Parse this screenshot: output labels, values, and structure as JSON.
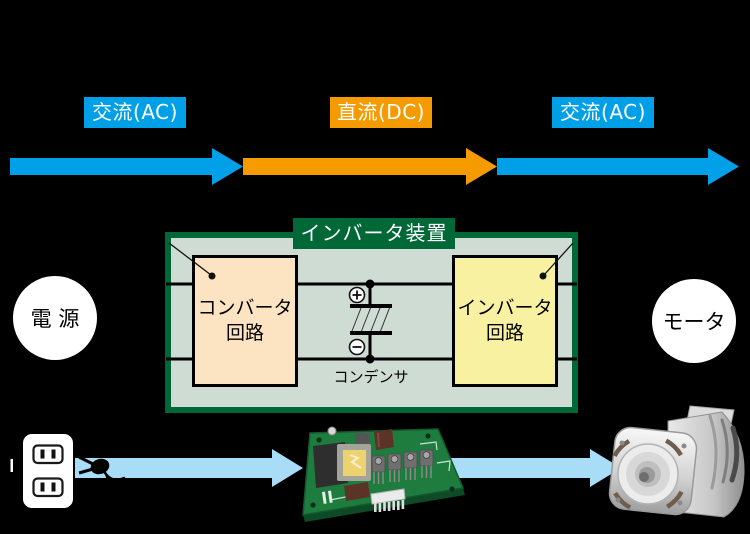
{
  "flow": {
    "ac_left": "交流(AC)",
    "dc": "直流(DC)",
    "ac_right": "交流(AC)"
  },
  "panel": {
    "title": "インバータ装置",
    "converter_line1": "コンバータ",
    "converter_line2": "回路",
    "inverter_line1": "インバータ",
    "inverter_line2": "回路",
    "capacitor_label": "コンデンサ"
  },
  "nodes": {
    "source": "電 源",
    "motor": "モータ"
  },
  "icons": {
    "plus_sign": "＋",
    "minus_sign": "−",
    "outlet_icon": "two-socket wall outlet",
    "plug_icon": "power plug silhouette",
    "circuit_board_icon": "green inverter circuit board",
    "motor_icon": "gray electric motor"
  },
  "colors": {
    "background": "#000000",
    "ac_blue": "#00a0e9",
    "dc_orange": "#f59b00",
    "flow_light_blue": "#a9dcf6",
    "panel_border_green": "#006837",
    "panel_fill": "#cfdcd3",
    "converter_fill": "#fce3c2",
    "inverter_fill": "#f9f1a2"
  }
}
